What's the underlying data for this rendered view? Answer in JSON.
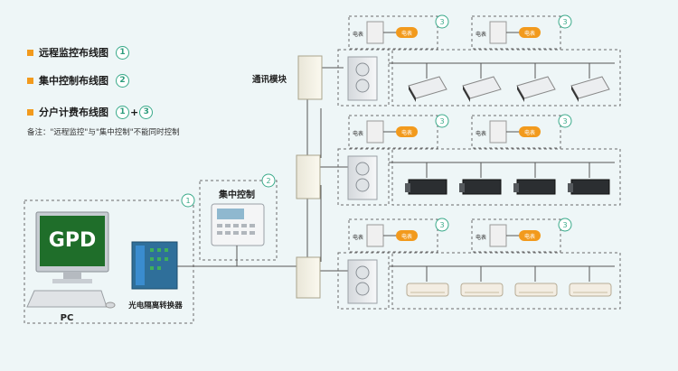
{
  "legend": [
    {
      "text": "远程监控布线图",
      "marker": "1"
    },
    {
      "text": "集中控制布线图",
      "marker": "2"
    },
    {
      "text": "分户计费布线图",
      "marker": "1",
      "marker2": "3",
      "joiner": "+"
    }
  ],
  "note": "备注：\"远程监控\"与\"集中控制\"不能同时控制",
  "labels": {
    "comm_module": "通讯模块",
    "central_control": "集中控制",
    "pc": "PC",
    "converter": "光电隔离转换器",
    "pc_screen": "GPD"
  },
  "meter": {
    "label": "电表",
    "tag": "电表"
  },
  "badges": {
    "one": "1",
    "two": "2",
    "three": "3"
  },
  "colors": {
    "accent": "#f29a1d",
    "badge": "#3aaa8a",
    "screen": "#1f6e2a",
    "converter": "#2f6f9a",
    "wire": "#555555",
    "dash": "#6b6b6b"
  },
  "rows": [
    {
      "indoor_type": "cassette-unit",
      "count": 4
    },
    {
      "indoor_type": "duct-unit",
      "count": 4
    },
    {
      "indoor_type": "wall-unit",
      "count": 4
    }
  ]
}
